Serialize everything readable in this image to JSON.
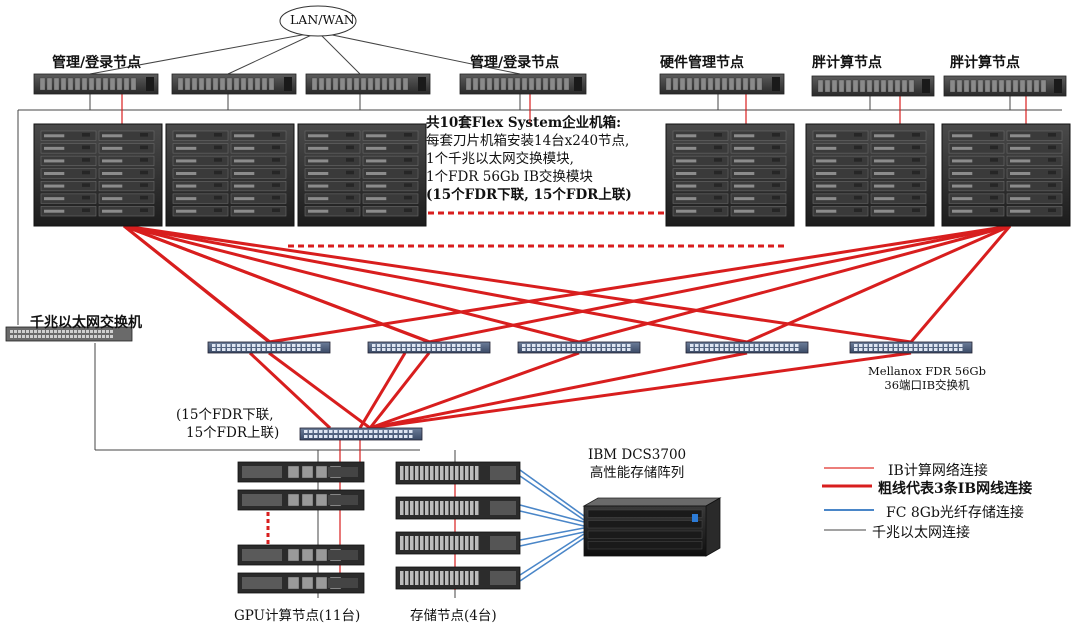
{
  "lan_wan": "LAN/WAN",
  "top_labels": {
    "mgmt_login_1": "管理/登录节点",
    "mgmt_login_2": "管理/登录节点",
    "hw_mgmt": "硬件管理节点",
    "fat_1": "胖计算节点",
    "fat_2": "胖计算节点"
  },
  "chassis_note": [
    "共10套Flex System企业机箱:",
    "每套刀片机箱安装14台x240节点,",
    "1个千兆以太网交换模块,",
    "1个FDR 56Gb IB交换模块",
    "(15个FDR下联, 15个FDR上联)"
  ],
  "gige_switch_label": "千兆以太网交换机",
  "mellanox_label": [
    "Mellanox FDR 56Gb",
    "36端口IB交换机"
  ],
  "core_switch_note": [
    "(15个FDR下联,",
    "15个FDR上联)"
  ],
  "storage_array_label": [
    "IBM DCS3700",
    "高性能存储阵列"
  ],
  "gpu_label": "GPU计算节点(11台)",
  "storage_nodes_label": "存储节点(4台)",
  "legend": [
    {
      "text": "IB计算网络连接",
      "color": "#e0302a",
      "style": "thin"
    },
    {
      "text": "粗线代表3条IB网线连接",
      "color": "#d81e1e",
      "style": "thick"
    },
    {
      "text": "FC 8Gb光纤存储连接",
      "color": "#4a86c8",
      "style": "fc"
    },
    {
      "text": "千兆以太网连接",
      "color": "#444444",
      "style": "eth"
    }
  ],
  "colors": {
    "ib": "#d81e1e",
    "fc": "#4a86c8",
    "eth": "#444444"
  }
}
